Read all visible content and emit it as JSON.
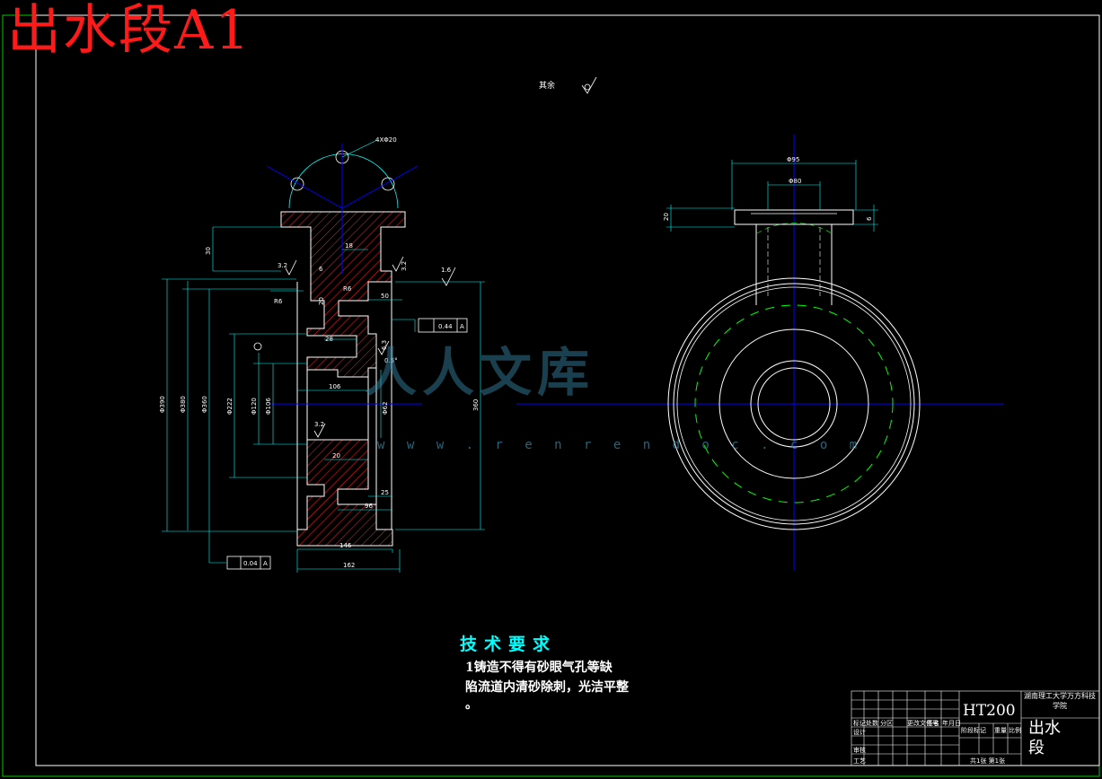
{
  "drawing": {
    "title": "出水段A1",
    "surface_note": "其余"
  },
  "dimensions": {
    "holes": "4XΦ20",
    "d390": "Φ390",
    "d380": "Φ380",
    "d360": "Φ360",
    "d222": "Φ222",
    "d120": "Φ120",
    "d106": "Φ106",
    "d62": "Φ62",
    "h360": "360",
    "w18": "18",
    "w50": "50",
    "w28": "28",
    "w106": "106",
    "w20": "20",
    "w25": "25",
    "w96": "96",
    "w146": "146",
    "w162": "162",
    "h30": "30",
    "h20": "20",
    "w6": "6",
    "r6a": "R6",
    "r6b": "R6",
    "rough32a": "3.2",
    "rough32b": "3.2",
    "rough32c": "3.2",
    "rough16": "1.6",
    "rough63": "6.3",
    "angle": "0.5°",
    "tol_perp": "0.44",
    "tol_pos": "0.04",
    "datum": "A",
    "side_d95": "Φ95",
    "side_d80": "Φ80",
    "side_h20": "20",
    "side_h6": "6"
  },
  "tech_requirements": {
    "heading": "技术要求",
    "line1": "1铸造不得有砂眼气孔等缺",
    "line2": "陷流道内清砂除刺，光洁平整",
    "line3": "。"
  },
  "title_block": {
    "material": "HT200",
    "part_name": "出水段",
    "university": "湖南理工大学万方科技学院",
    "labels": [
      "标记",
      "处数",
      "分区",
      "更改文件号",
      "签名",
      "年月日",
      "设计",
      "审核",
      "工艺",
      "阶段标记",
      "重量",
      "比例"
    ],
    "sheet_info": "共1张 第1张"
  },
  "watermark": {
    "text": "人人文库",
    "url": "w w w . r e n r e n d o c . c o m"
  },
  "colors": {
    "background": "#000000",
    "outline": "#ffffff",
    "dimension": "#00ffff",
    "centerline": "#0000ff",
    "hatch": "#ff0000",
    "hidden": "#00ff00",
    "frame": "#00ff00",
    "title": "#ff1a1a"
  }
}
